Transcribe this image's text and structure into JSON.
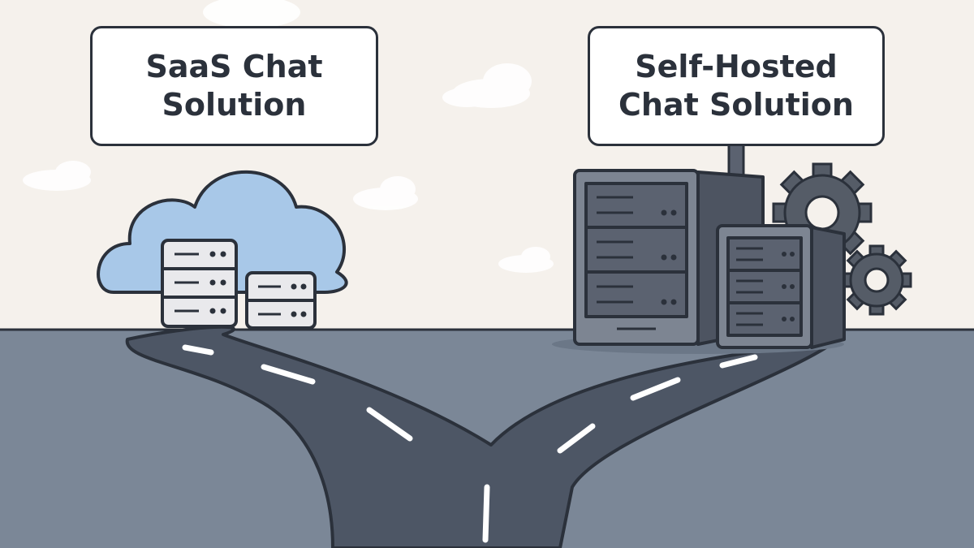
{
  "signs": {
    "left": {
      "line1": "SaaS Chat",
      "line2": "Solution"
    },
    "right": {
      "line1": "Self-Hosted",
      "line2": "Chat Solution"
    }
  },
  "colors": {
    "sky": "#f5f1ec",
    "ground": "#7b8797",
    "road": "#4d5665",
    "outline": "#2b313b",
    "cloud": "#a8c8e8",
    "server_light": "#e9e9ec",
    "server_dark": "#5b6270",
    "gear": "#555c67"
  },
  "icons": [
    "cloud-icon",
    "server-stack-icon",
    "server-tower-icon",
    "gear-icon"
  ]
}
